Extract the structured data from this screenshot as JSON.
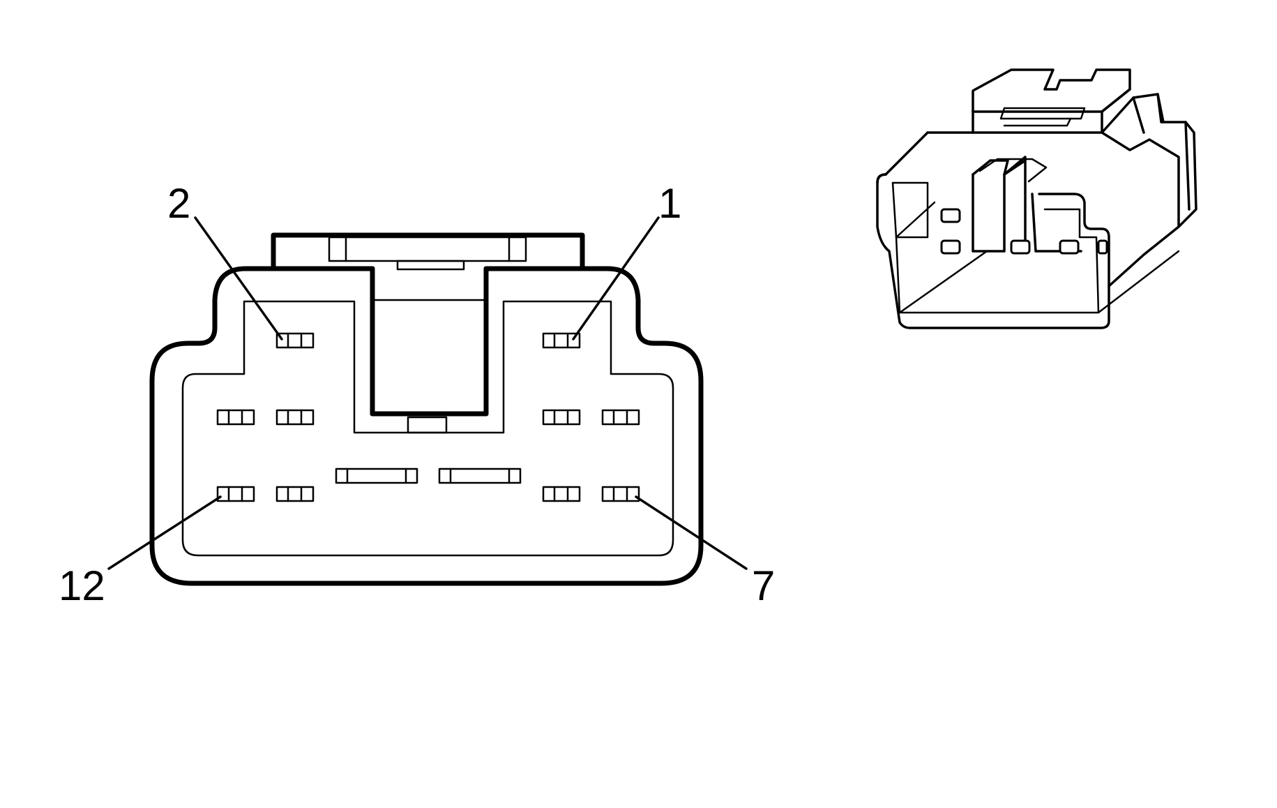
{
  "diagram": {
    "pin_labels": {
      "pin_1": "1",
      "pin_2": "2",
      "pin_7": "7",
      "pin_12": "12"
    }
  },
  "colors": {
    "line": "#000000",
    "background": "#ffffff"
  }
}
